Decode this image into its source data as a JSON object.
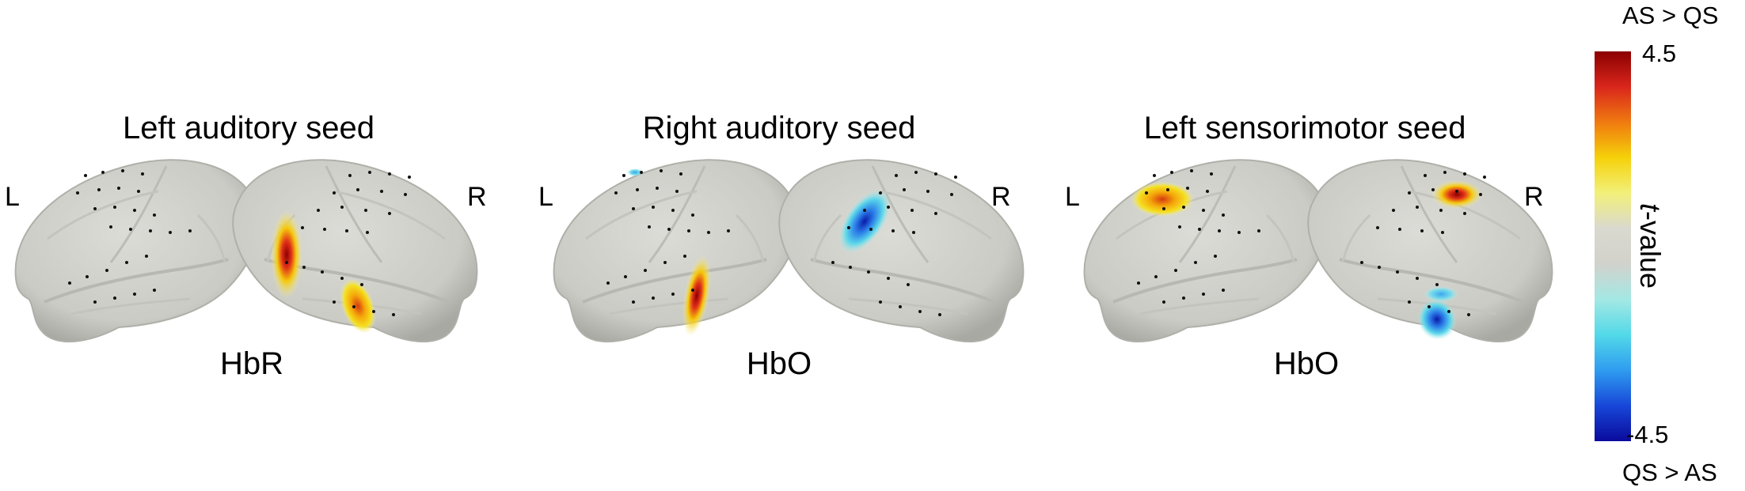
{
  "panels": [
    {
      "title": "Left auditory seed",
      "signal": "HbR",
      "left_label": "L",
      "right_label": "R"
    },
    {
      "title": "Right auditory seed",
      "signal": "HbO",
      "left_label": "L",
      "right_label": "R"
    },
    {
      "title": "Left sensorimotor seed",
      "signal": "HbO",
      "left_label": "L",
      "right_label": "R"
    }
  ],
  "colorbar": {
    "top_contrast": "AS > QS",
    "bottom_contrast": "QS > AS",
    "max_label": "4.5",
    "min_label": "-4.5",
    "axis_label_italic": "t",
    "axis_label_rest": "-value",
    "max": 4.5,
    "min": -4.5,
    "colors": [
      "#8b0000",
      "#d9261c",
      "#f07a10",
      "#f5d10a",
      "#f2f07a",
      "#d9d9cf",
      "#d2d2cc",
      "#a4e8e4",
      "#52d9e8",
      "#2f9cf0",
      "#1747d8",
      "#0a0a9c"
    ]
  }
}
